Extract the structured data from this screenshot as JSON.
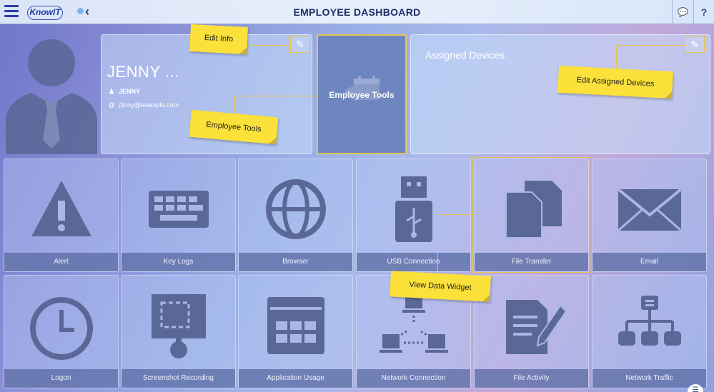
{
  "topbar": {
    "logo": "KnowIT",
    "title": "EMPLOYEE DASHBOARD",
    "chat_icon": "chat-icon",
    "help_label": "?"
  },
  "profile": {
    "display_name": "JENNY ...",
    "username": "JENNY",
    "email": "j3nny@example.com",
    "employee_tools_label": "Employee Tools",
    "devices_title": "Assigned Devices"
  },
  "notes": {
    "edit_info": "Edit Info",
    "employee_tools": "Employee Tools",
    "edit_devices": "Edit Assigned Devices",
    "view_widget": "View Data Widget"
  },
  "tiles": [
    {
      "label": "Alert",
      "icon": "alert-icon"
    },
    {
      "label": "Key Logs",
      "icon": "keyboard-icon"
    },
    {
      "label": "Browser",
      "icon": "globe-icon"
    },
    {
      "label": "USB Connection",
      "icon": "usb-icon"
    },
    {
      "label": "File Transfer",
      "icon": "files-icon"
    },
    {
      "label": "Email",
      "icon": "envelope-icon"
    },
    {
      "label": "Logon",
      "icon": "clock-icon"
    },
    {
      "label": "Screenshot Recording",
      "icon": "screenshot-icon"
    },
    {
      "label": "Application Usage",
      "icon": "app-window-icon"
    },
    {
      "label": "Network Connection",
      "icon": "network-icon"
    },
    {
      "label": "File Activity",
      "icon": "document-edit-icon"
    },
    {
      "label": "Network Traffic",
      "icon": "hierarchy-icon"
    }
  ],
  "colors": {
    "accent": "#e7c44a",
    "note": "#fbe13a",
    "icon": "#5a6898"
  }
}
